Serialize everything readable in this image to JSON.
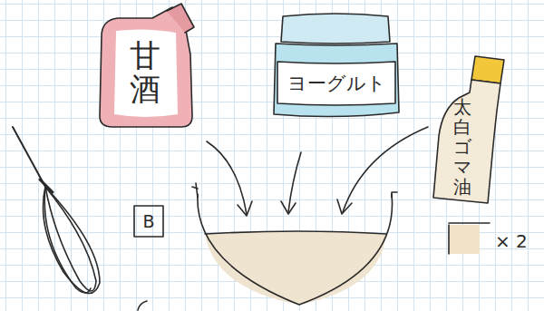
{
  "diagram": {
    "nodes": [
      {
        "text": [
          "甘酒"
        ]
      },
      {
        "text": [
          "ヨーグルト"
        ]
      },
      {
        "text": [
          "太白ゴマ油"
        ]
      },
      {
        "text": [
          "B"
        ]
      }
    ],
    "labels": [
      "× 2"
    ]
  }
}
